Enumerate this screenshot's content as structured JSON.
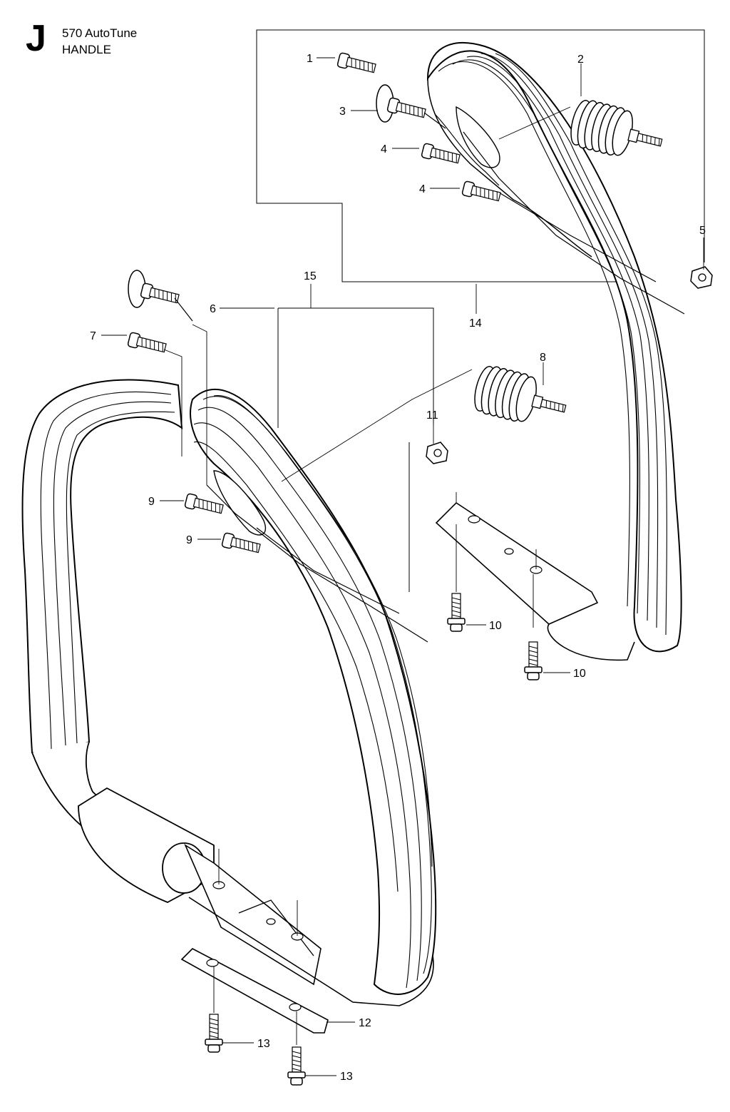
{
  "header": {
    "section_letter": "J",
    "model": "570 AutoTune",
    "part_group": "HANDLE"
  },
  "callouts": [
    {
      "id": "c1",
      "label": "1"
    },
    {
      "id": "c2",
      "label": "2"
    },
    {
      "id": "c3",
      "label": "3"
    },
    {
      "id": "c4a",
      "label": "4"
    },
    {
      "id": "c4b",
      "label": "4"
    },
    {
      "id": "c5",
      "label": "5"
    },
    {
      "id": "c6",
      "label": "6"
    },
    {
      "id": "c7",
      "label": "7"
    },
    {
      "id": "c8",
      "label": "8"
    },
    {
      "id": "c9a",
      "label": "9"
    },
    {
      "id": "c9b",
      "label": "9"
    },
    {
      "id": "c10a",
      "label": "10"
    },
    {
      "id": "c10b",
      "label": "10"
    },
    {
      "id": "c11",
      "label": "11"
    },
    {
      "id": "c12",
      "label": "12"
    },
    {
      "id": "c13a",
      "label": "13"
    },
    {
      "id": "c13b",
      "label": "13"
    },
    {
      "id": "c14",
      "label": "14"
    },
    {
      "id": "c15",
      "label": "15"
    }
  ]
}
